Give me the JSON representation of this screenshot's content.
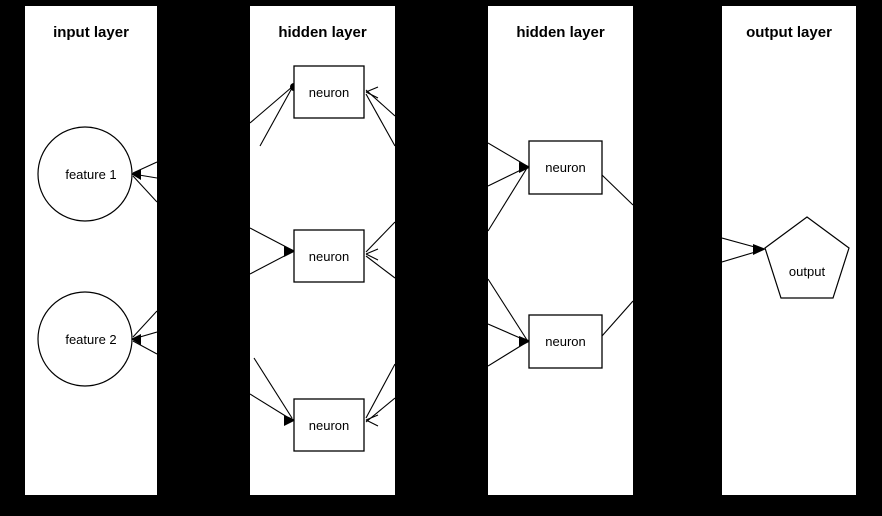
{
  "diagram": {
    "title_input": "input layer",
    "title_hidden_1": "hidden layer",
    "title_hidden_2": "hidden layer",
    "title_output": "output layer",
    "background_color": "#000000",
    "panel_color": "#ffffff",
    "stroke_color": "#000000"
  },
  "input_layer": {
    "title": "input layer",
    "nodes": [
      {
        "label": "feature 1",
        "shape": "circle"
      },
      {
        "label": "feature 2",
        "shape": "circle"
      }
    ]
  },
  "hidden_layer_1": {
    "title": "hidden layer",
    "nodes": [
      {
        "label": "neuron",
        "shape": "rectangle"
      },
      {
        "label": "neuron",
        "shape": "rectangle"
      },
      {
        "label": "neuron",
        "shape": "rectangle"
      }
    ]
  },
  "hidden_layer_2": {
    "title": "hidden layer",
    "nodes": [
      {
        "label": "neuron",
        "shape": "rectangle"
      },
      {
        "label": "neuron",
        "shape": "rectangle"
      }
    ]
  },
  "output_layer": {
    "title": "output layer",
    "nodes": [
      {
        "label": "output",
        "shape": "pentagon"
      }
    ]
  }
}
